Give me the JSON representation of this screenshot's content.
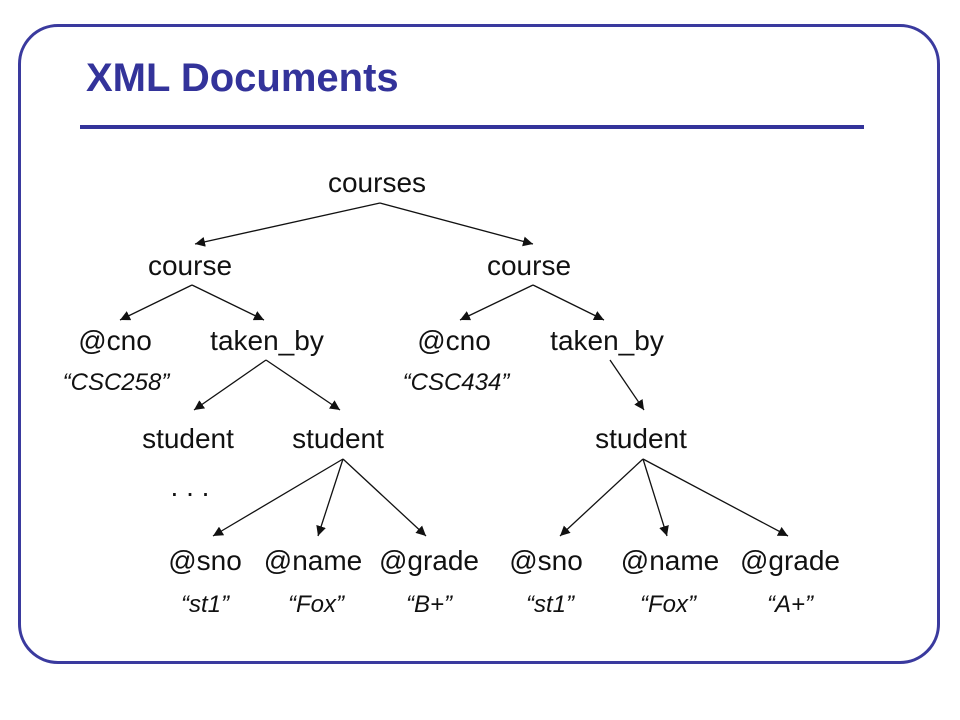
{
  "title": "XML Documents",
  "nodes": {
    "root": "courses",
    "course1": "course",
    "course2": "course",
    "cno1": "@cno",
    "takenby1": "taken_by",
    "cno2": "@cno",
    "takenby2": "taken_by",
    "cno1_value": "“CSC258”",
    "cno2_value": "“CSC434”",
    "student1": "student",
    "student2": "student",
    "student3": "student",
    "ellipsis": ". . .",
    "sno1": "@sno",
    "name1": "@name",
    "grade1": "@grade",
    "sno2": "@sno",
    "name2": "@name",
    "grade2": "@grade",
    "sno1_value": "“st1”",
    "name1_value": "“Fox”",
    "grade1_value": "“B+”",
    "sno2_value": "“st1”",
    "name2_value": "“Fox”",
    "grade2_value": "“A+”"
  }
}
